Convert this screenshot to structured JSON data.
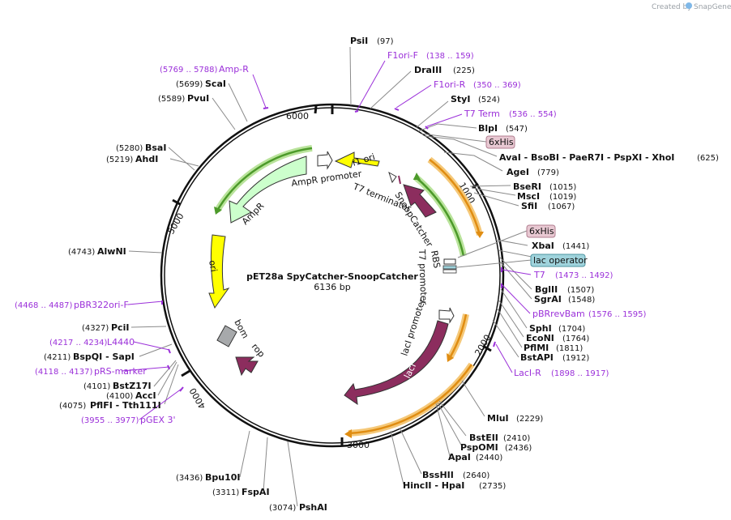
{
  "watermark": {
    "prefix": "Created by",
    "brand": "SnapGene"
  },
  "plasmid": {
    "name": "pET28a SpyCatcher-SnoopCatcher",
    "size": "6136 bp"
  },
  "ticks": [
    "1000",
    "2000",
    "3000",
    "4000",
    "5000",
    "6000"
  ],
  "enzymes": [
    {
      "name": "PsiI",
      "pos": "(97)"
    },
    {
      "name": "DraIII",
      "pos": "(225)"
    },
    {
      "name": "StyI",
      "pos": "(524)"
    },
    {
      "name": "BlpI",
      "pos": "(547)"
    },
    {
      "name": "AvaI - BsoBI - PaeR7I - PspXI - XhoI",
      "pos": "(625)"
    },
    {
      "name": "AgeI",
      "pos": "(779)"
    },
    {
      "name": "BseRI",
      "pos": "(1015)"
    },
    {
      "name": "MscI",
      "pos": "(1019)"
    },
    {
      "name": "SfiI",
      "pos": "(1067)"
    },
    {
      "name": "XbaI",
      "pos": "(1441)"
    },
    {
      "name": "BglII",
      "pos": "(1507)"
    },
    {
      "name": "SgrAI",
      "pos": "(1548)"
    },
    {
      "name": "SphI",
      "pos": "(1704)"
    },
    {
      "name": "EcoNI",
      "pos": "(1764)"
    },
    {
      "name": "PflMI",
      "pos": "(1811)"
    },
    {
      "name": "BstAPI",
      "pos": "(1912)"
    },
    {
      "name": "MluI",
      "pos": "(2229)"
    },
    {
      "name": "BstEII",
      "pos": "(2410)"
    },
    {
      "name": "PspOMI",
      "pos": "(2436)"
    },
    {
      "name": "ApaI",
      "pos": "(2440)"
    },
    {
      "name": "BssHII",
      "pos": "(2640)"
    },
    {
      "name": "HincII - HpaI",
      "pos": "(2735)"
    },
    {
      "name": "PshAI",
      "pos": "(3074)"
    },
    {
      "name": "FspAI",
      "pos": "(3311)"
    },
    {
      "name": "Bpu10I",
      "pos": "(3436)"
    },
    {
      "name": "PflFI - Tth111I",
      "pos": "(4075)"
    },
    {
      "name": "AccI",
      "pos": "(4100)"
    },
    {
      "name": "BstZ17I",
      "pos": "(4101)"
    },
    {
      "name": "BspQI - SapI",
      "pos": "(4211)"
    },
    {
      "name": "PciI",
      "pos": "(4327)"
    },
    {
      "name": "AlwNI",
      "pos": "(4743)"
    },
    {
      "name": "AhdI",
      "pos": "(5219)"
    },
    {
      "name": "BsaI",
      "pos": "(5280)"
    },
    {
      "name": "PvuI",
      "pos": "(5589)"
    },
    {
      "name": "ScaI",
      "pos": "(5699)"
    }
  ],
  "primers": [
    {
      "name": "F1ori-F",
      "pos": "(138 .. 159)"
    },
    {
      "name": "F1ori-R",
      "pos": "(350 .. 369)"
    },
    {
      "name": "T7 Term",
      "pos": "(536 .. 554)"
    },
    {
      "name": "T7",
      "pos": "(1473 .. 1492)"
    },
    {
      "name": "pBRrevBam",
      "pos": "(1576 .. 1595)"
    },
    {
      "name": "LacI-R",
      "pos": "(1898 .. 1917)"
    },
    {
      "name": "pGEX 3'",
      "pos": "(3955 .. 3977)"
    },
    {
      "name": "pRS-marker",
      "pos": "(4118 .. 4137)"
    },
    {
      "name": "L4440",
      "pos": "(4217 .. 4234)"
    },
    {
      "name": "pBR322ori-F",
      "pos": "(4468 .. 4487)"
    },
    {
      "name": "Amp-R",
      "pos": "(5769 .. 5788)"
    }
  ],
  "boxed_features": [
    {
      "name": "6xHis"
    },
    {
      "name": "6xHis"
    },
    {
      "name": "lac operator"
    }
  ],
  "features": [
    "f1 ori",
    "AmpR promoter",
    "AmpR",
    "T7 terminator",
    "SnoopCatcher",
    "RBS",
    "T7 promoter",
    "lacI promoter",
    "lacI",
    "ori",
    "bom",
    "rop"
  ],
  "colors": {
    "backbone": "#111111",
    "primer": "#9b30d9",
    "ori": "#ffff00",
    "ampr": "#ccffcc",
    "laci": "#8c2d5e",
    "orf_orange": "#f5a623",
    "orf_green": "#6ab04c",
    "boxed_pink": "#e8c8d2",
    "boxed_blue": "#9fd3dc"
  }
}
